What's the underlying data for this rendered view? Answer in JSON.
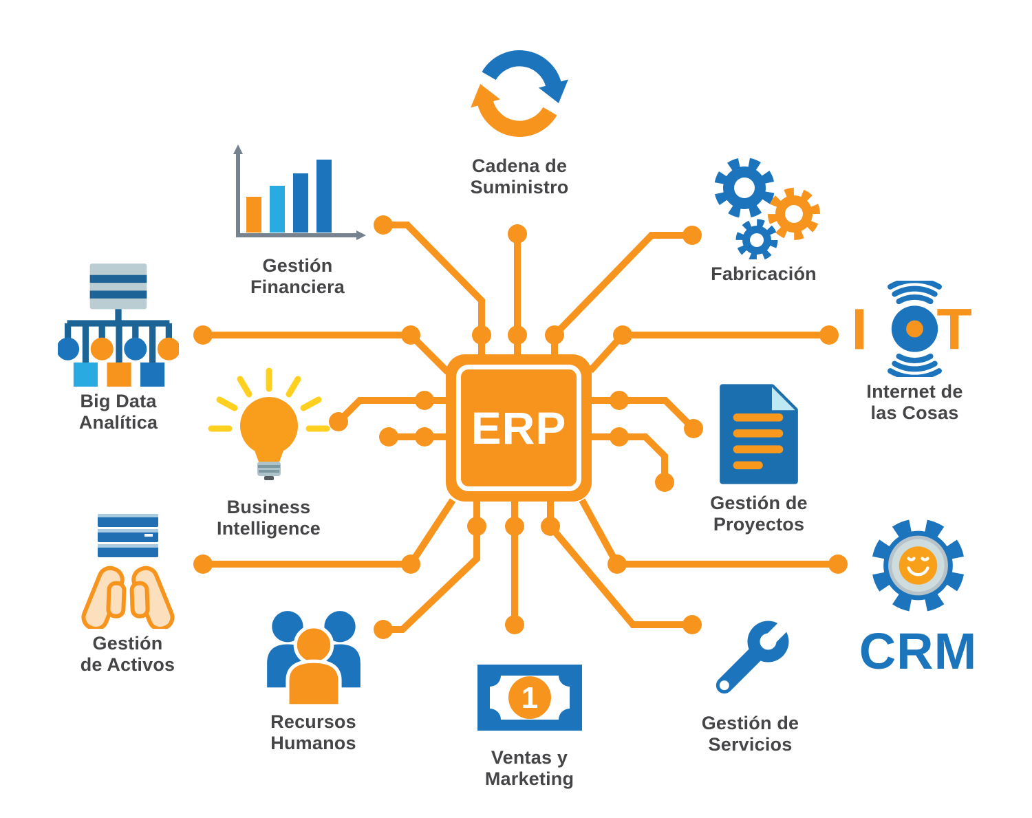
{
  "center": {
    "label": "ERP"
  },
  "modules": [
    {
      "id": "supply-chain",
      "label": "Cadena de\nSuministro",
      "icon": "sync-cycle-icon"
    },
    {
      "id": "financial-mgmt",
      "label": "Gestión\nFinanciera",
      "icon": "bar-chart-icon"
    },
    {
      "id": "manufacturing",
      "label": "Fabricación",
      "icon": "gears-icon"
    },
    {
      "id": "big-data-analytics",
      "label": "Big Data\nAnalítica",
      "icon": "server-tree-icon"
    },
    {
      "id": "internet-of-things",
      "label": "Internet de\nlas Cosas",
      "icon": "iot-icon",
      "letters": {
        "i": "I",
        "t": "T"
      }
    },
    {
      "id": "business-intelligence",
      "label": "Business\nIntelligence",
      "icon": "lightbulb-icon"
    },
    {
      "id": "project-mgmt",
      "label": "Gestión de\nProyectos",
      "icon": "document-icon"
    },
    {
      "id": "asset-mgmt",
      "label": "Gestión\nde Activos",
      "icon": "hands-server-icon"
    },
    {
      "id": "crm",
      "label": "CRM",
      "icon": "gear-smiley-icon"
    },
    {
      "id": "human-resources",
      "label": "Recursos\nHumanos",
      "icon": "people-icon"
    },
    {
      "id": "sales-marketing",
      "label": "Ventas y\nMarketing",
      "icon": "banknote-icon",
      "badge": "1"
    },
    {
      "id": "service-mgmt",
      "label": "Gestión de\nServicios",
      "icon": "wrench-icon"
    }
  ],
  "colors": {
    "orange": "#F7941E",
    "blue": "#1C75BC",
    "light_blue": "#29ABE2",
    "dark_tree_blue": "#1C6396",
    "steel_gray": "#76838F",
    "yellow": "#FFD020",
    "text_dark": "#454548",
    "crm_blue": "#1B75BC"
  }
}
